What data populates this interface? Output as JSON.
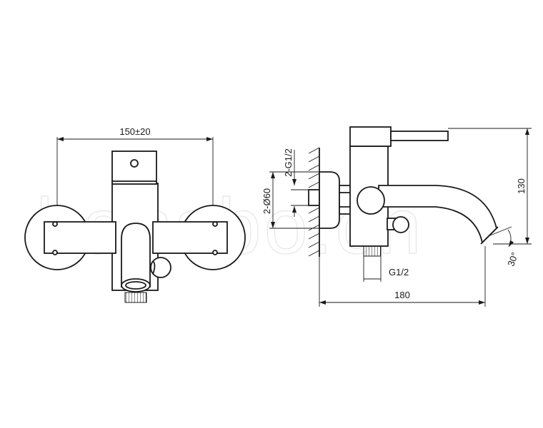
{
  "watermark": "hansbo.cn",
  "front_view": {
    "width_dim": "150±20"
  },
  "side_view": {
    "inlet_thread_dim": "2-G1/2",
    "flange_dim": "2-Ø60",
    "height_dim": "130",
    "outlet_thread_dim": "G1/2",
    "depth_dim": "180",
    "spout_angle_dim": "30°"
  }
}
